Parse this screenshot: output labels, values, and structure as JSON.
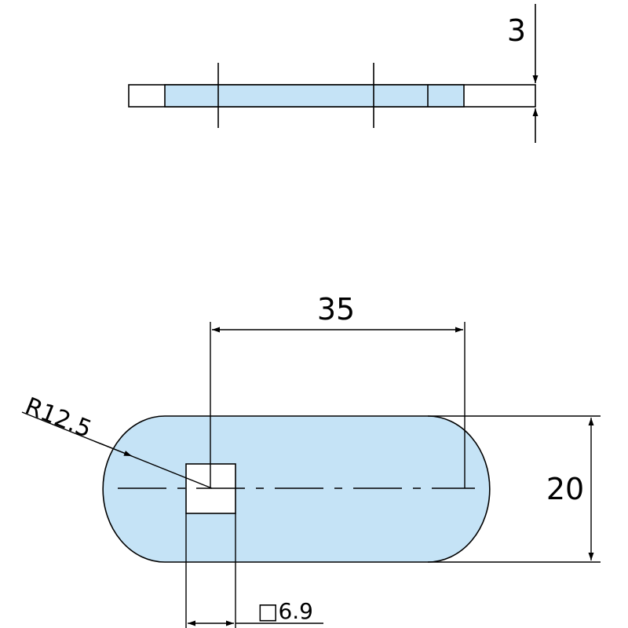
{
  "dimensions": {
    "thickness": "3",
    "center_distance": "35",
    "width": "20",
    "radius": "R12.5",
    "square_hole": "□6.9"
  },
  "colors": {
    "fill": "#c5e3f6",
    "line": "#000000",
    "background": "#ffffff"
  }
}
